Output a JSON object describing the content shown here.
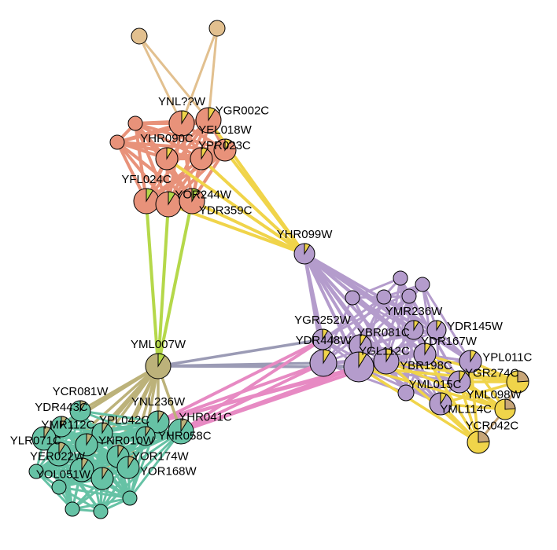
{
  "colors": {
    "orange": "#e8927a",
    "tan": "#e2c08f",
    "yellow": "#f0d44a",
    "olive": "#bcb27a",
    "purple": "#b49ccc",
    "green": "#66c2a5",
    "pink": "#e78ac3",
    "lime": "#b5d84a",
    "gray": "#9b9bb5",
    "brown": "#c8a678"
  },
  "nodes": [
    {
      "label": "",
      "group": "tan"
    },
    {
      "label": "",
      "group": "tan"
    },
    {
      "label": "YNL??W",
      "group": "orange"
    },
    {
      "label": "YGR002C",
      "group": "orange"
    },
    {
      "label": "",
      "group": "orange"
    },
    {
      "label": "",
      "group": "orange"
    },
    {
      "label": "YEL018W",
      "group": "orange"
    },
    {
      "label": "YHR090C",
      "group": "orange"
    },
    {
      "label": "YPR023C",
      "group": "orange"
    },
    {
      "label": "YFL024C",
      "group": "orange"
    },
    {
      "label": "YOR244W",
      "group": "orange"
    },
    {
      "label": "YDR359C",
      "group": "orange"
    },
    {
      "label": "YHR099W",
      "group": "purple"
    },
    {
      "label": "YML007W",
      "group": "olive"
    },
    {
      "label": "",
      "group": "purple"
    },
    {
      "label": "",
      "group": "purple"
    },
    {
      "label": "",
      "group": "purple"
    },
    {
      "label": "",
      "group": "purple"
    },
    {
      "label": "",
      "group": "purple"
    },
    {
      "label": "YGR252W",
      "group": "purple"
    },
    {
      "label": "YDR448W",
      "group": "purple"
    },
    {
      "label": "YBR081C",
      "group": "purple"
    },
    {
      "label": "YMR236W",
      "group": "purple"
    },
    {
      "label": "YDR145W",
      "group": "purple"
    },
    {
      "label": "YDR167W",
      "group": "purple"
    },
    {
      "label": "YGL112C",
      "group": "purple"
    },
    {
      "label": "YBR198C",
      "group": "purple"
    },
    {
      "label": "YPL011C",
      "group": "purple"
    },
    {
      "label": "YGR274C",
      "group": "purple"
    },
    {
      "label": "YML015C",
      "group": "purple"
    },
    {
      "label": "",
      "group": "purple"
    },
    {
      "label": "YML098W",
      "group": "yellow"
    },
    {
      "label": "YML114C",
      "group": "yellow"
    },
    {
      "label": "YCR042C",
      "group": "yellow"
    },
    {
      "label": "YCR081W",
      "group": "green"
    },
    {
      "label": "YDR443C",
      "group": "green"
    },
    {
      "label": "YMR112C",
      "group": "green"
    },
    {
      "label": "YPL042C",
      "group": "green"
    },
    {
      "label": "YNR010W",
      "group": "green"
    },
    {
      "label": "YNL236W",
      "group": "green"
    },
    {
      "label": "YHR041C",
      "group": "green"
    },
    {
      "label": "YHR058C",
      "group": "green"
    },
    {
      "label": "YLR071C",
      "group": "green"
    },
    {
      "label": "YOR174W",
      "group": "green"
    },
    {
      "label": "YER022W",
      "group": "green"
    },
    {
      "label": "YOR168W",
      "group": "green"
    },
    {
      "label": "YOL051W",
      "group": "green"
    },
    {
      "label": "",
      "group": "green"
    },
    {
      "label": "",
      "group": "green"
    },
    {
      "label": "",
      "group": "green"
    },
    {
      "label": "",
      "group": "green"
    },
    {
      "label": "",
      "group": "green"
    }
  ]
}
